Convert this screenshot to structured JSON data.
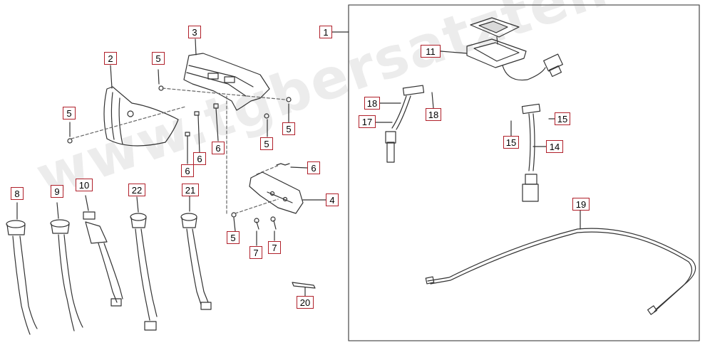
{
  "watermark": "www.tgbersatzteile.de",
  "colors": {
    "label_border": "#b0202a",
    "line": "#333333",
    "watermark": "#c8c8c8"
  },
  "labels": {
    "l1": "1",
    "l2": "2",
    "l3": "3",
    "l4": "4",
    "l5a": "5",
    "l5b": "5",
    "l5c": "5",
    "l5d": "5",
    "l5e": "5",
    "l6a": "6",
    "l6b": "6",
    "l6c": "6",
    "l6d": "6",
    "l7a": "7",
    "l7b": "7",
    "l8": "8",
    "l9": "9",
    "l10": "10",
    "l11": "11",
    "l14": "14",
    "l15a": "15",
    "l15b": "15",
    "l17": "17",
    "l18a": "18",
    "l18b": "18",
    "l19": "19",
    "l20": "20",
    "l21": "21",
    "l22": "22"
  }
}
